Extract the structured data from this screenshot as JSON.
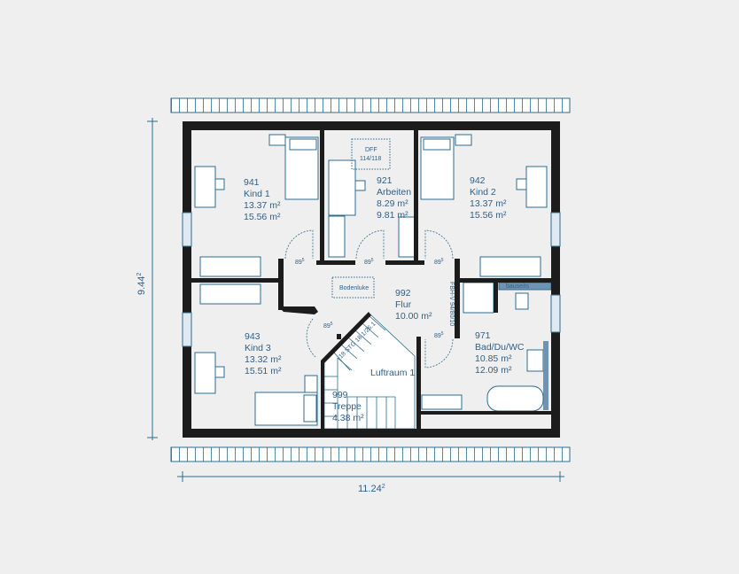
{
  "dimensions": {
    "height": "9.44",
    "height_sup": "2",
    "width": "11.24",
    "width_sup": "2"
  },
  "rooms": [
    {
      "id": "941",
      "name": "Kind 1",
      "area1": "13.37 m²",
      "area2": "15.56 m²"
    },
    {
      "id": "921",
      "name": "Arbeiten",
      "area1": "8.29 m²",
      "area2": "9.81 m²"
    },
    {
      "id": "942",
      "name": "Kind 2",
      "area1": "13.37 m²",
      "area2": "15.56 m²"
    },
    {
      "id": "992",
      "name": "Flur",
      "area1": "10.00 m²"
    },
    {
      "id": "943",
      "name": "Kind 3",
      "area1": "13.32 m²",
      "area2": "15.51 m²"
    },
    {
      "id": "971",
      "name": "Bad/Du/WC",
      "area1": "10.85 m²",
      "area2": "12.09 m²"
    },
    {
      "id": "999",
      "name": "Treppe",
      "area1": "4.38 m²"
    }
  ],
  "labels": {
    "dff": "DFF",
    "dff_size": "114/118",
    "bodenluke": "Bodenluke",
    "luftraum": "Luftraum 1",
    "fbh": "FBH-V 94/80/10",
    "bauseits": "bauseits",
    "stair": "18 STG 18.1/26.1",
    "door_width": "89",
    "door_sup": "5"
  }
}
